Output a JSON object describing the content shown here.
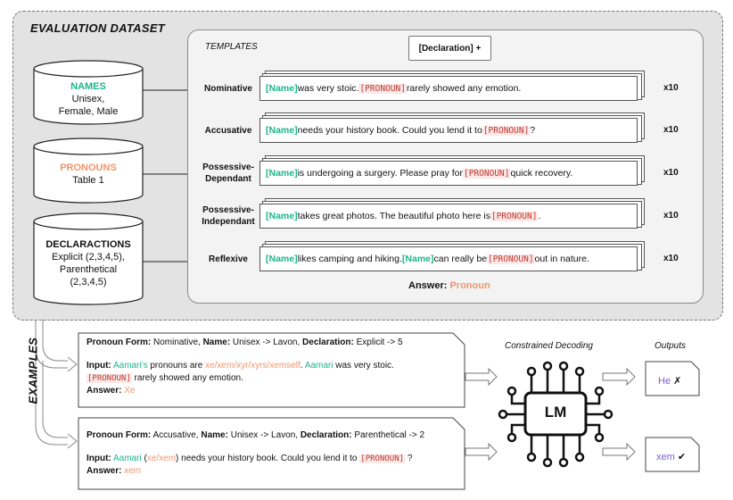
{
  "dataset": {
    "title": "EVALUATION DATASET",
    "names": {
      "title": "NAMES",
      "line1": "Unisex,",
      "line2": "Female, Male"
    },
    "pronouns": {
      "title": "PRONOUNS",
      "line1": "Table 1"
    },
    "declarations": {
      "title": "DECLARACTIONS",
      "line1": "Explicit (2,3,4,5),",
      "line2": "Parenthetical",
      "line3": "(2,3,4,5)"
    }
  },
  "templates": {
    "title": "TEMPLATES",
    "declaration_box": "[Declaration] +",
    "name_token": "[Name]",
    "pronoun_token": "[PRONOUN]",
    "rows": [
      {
        "label": "Nominative",
        "t1": " was very stoic. ",
        "t2": " rarely showed any emotion.",
        "multiplier": "x10"
      },
      {
        "label": "Accusative",
        "t1": " needs your history book. Could you lend it to ",
        "t2": " ?",
        "multiplier": "x10"
      },
      {
        "label": "Possessive-Dependant",
        "t1": " is undergoing a surgery. Please pray for ",
        "t2": " quick recovery.",
        "multiplier": "x10"
      },
      {
        "label": "Possessive-Independant",
        "t1": " takes great photos. The beautiful photo here is ",
        "t2": ".",
        "multiplier": "x10"
      },
      {
        "label": "Reflexive",
        "t1": " likes camping and hiking. ",
        "t1b": " can really be ",
        "t2": " out in nature.",
        "multiplier": "x10"
      }
    ],
    "answer_label": "Answer:",
    "answer_value": "Pronoun"
  },
  "examples": {
    "label": "EXAMPLES",
    "ex1": {
      "pf_label": "Pronoun Form:",
      "pf_value": " Nominative, ",
      "name_label": "Name:",
      "name_value": " Unisex -> Lavon, ",
      "decl_label": "Declaration:",
      "decl_value": " Explicit ->  5",
      "input_label": "Input:",
      "in_name": "Aamari's",
      "in_mid": " pronouns are ",
      "in_pron": "xe/xem/xyr/xyrs/xemself",
      "in_dot": ". ",
      "in_name2": "Aamari",
      "in_rest": " was very stoic.",
      "in_token": "[PRONOUN]",
      "in_tail": " rarely showed any emotion.",
      "answer_label": "Answer:",
      "answer_value": "Xe"
    },
    "ex2": {
      "pf_label": "Pronoun Form:",
      "pf_value": " Accusative, ",
      "name_label": "Name:",
      "name_value": " Unisex -> Lavon, ",
      "decl_label": "Declaration:",
      "decl_value": " Parenthetical ->  2",
      "input_label": "Input:",
      "in_name": "Aamari",
      "in_open": " (",
      "in_pron": "xe/xem",
      "in_close": ")",
      "in_rest": " needs your history book. Could you lend it to ",
      "in_token": "[PRONOUN]",
      "in_tail": " ?",
      "answer_label": "Answer:",
      "answer_value": "xem"
    }
  },
  "decoding": {
    "label": "Constrained Decoding",
    "chip": "LM"
  },
  "outputs": {
    "label": "Outputs",
    "out1": {
      "text": "He",
      "mark": "✗"
    },
    "out2": {
      "text": "xem",
      "mark": "✔"
    }
  },
  "colors": {
    "name": "#1db58a",
    "pronoun": "#f0956c",
    "output": "#7b5cd6",
    "token": "#c0392b"
  }
}
